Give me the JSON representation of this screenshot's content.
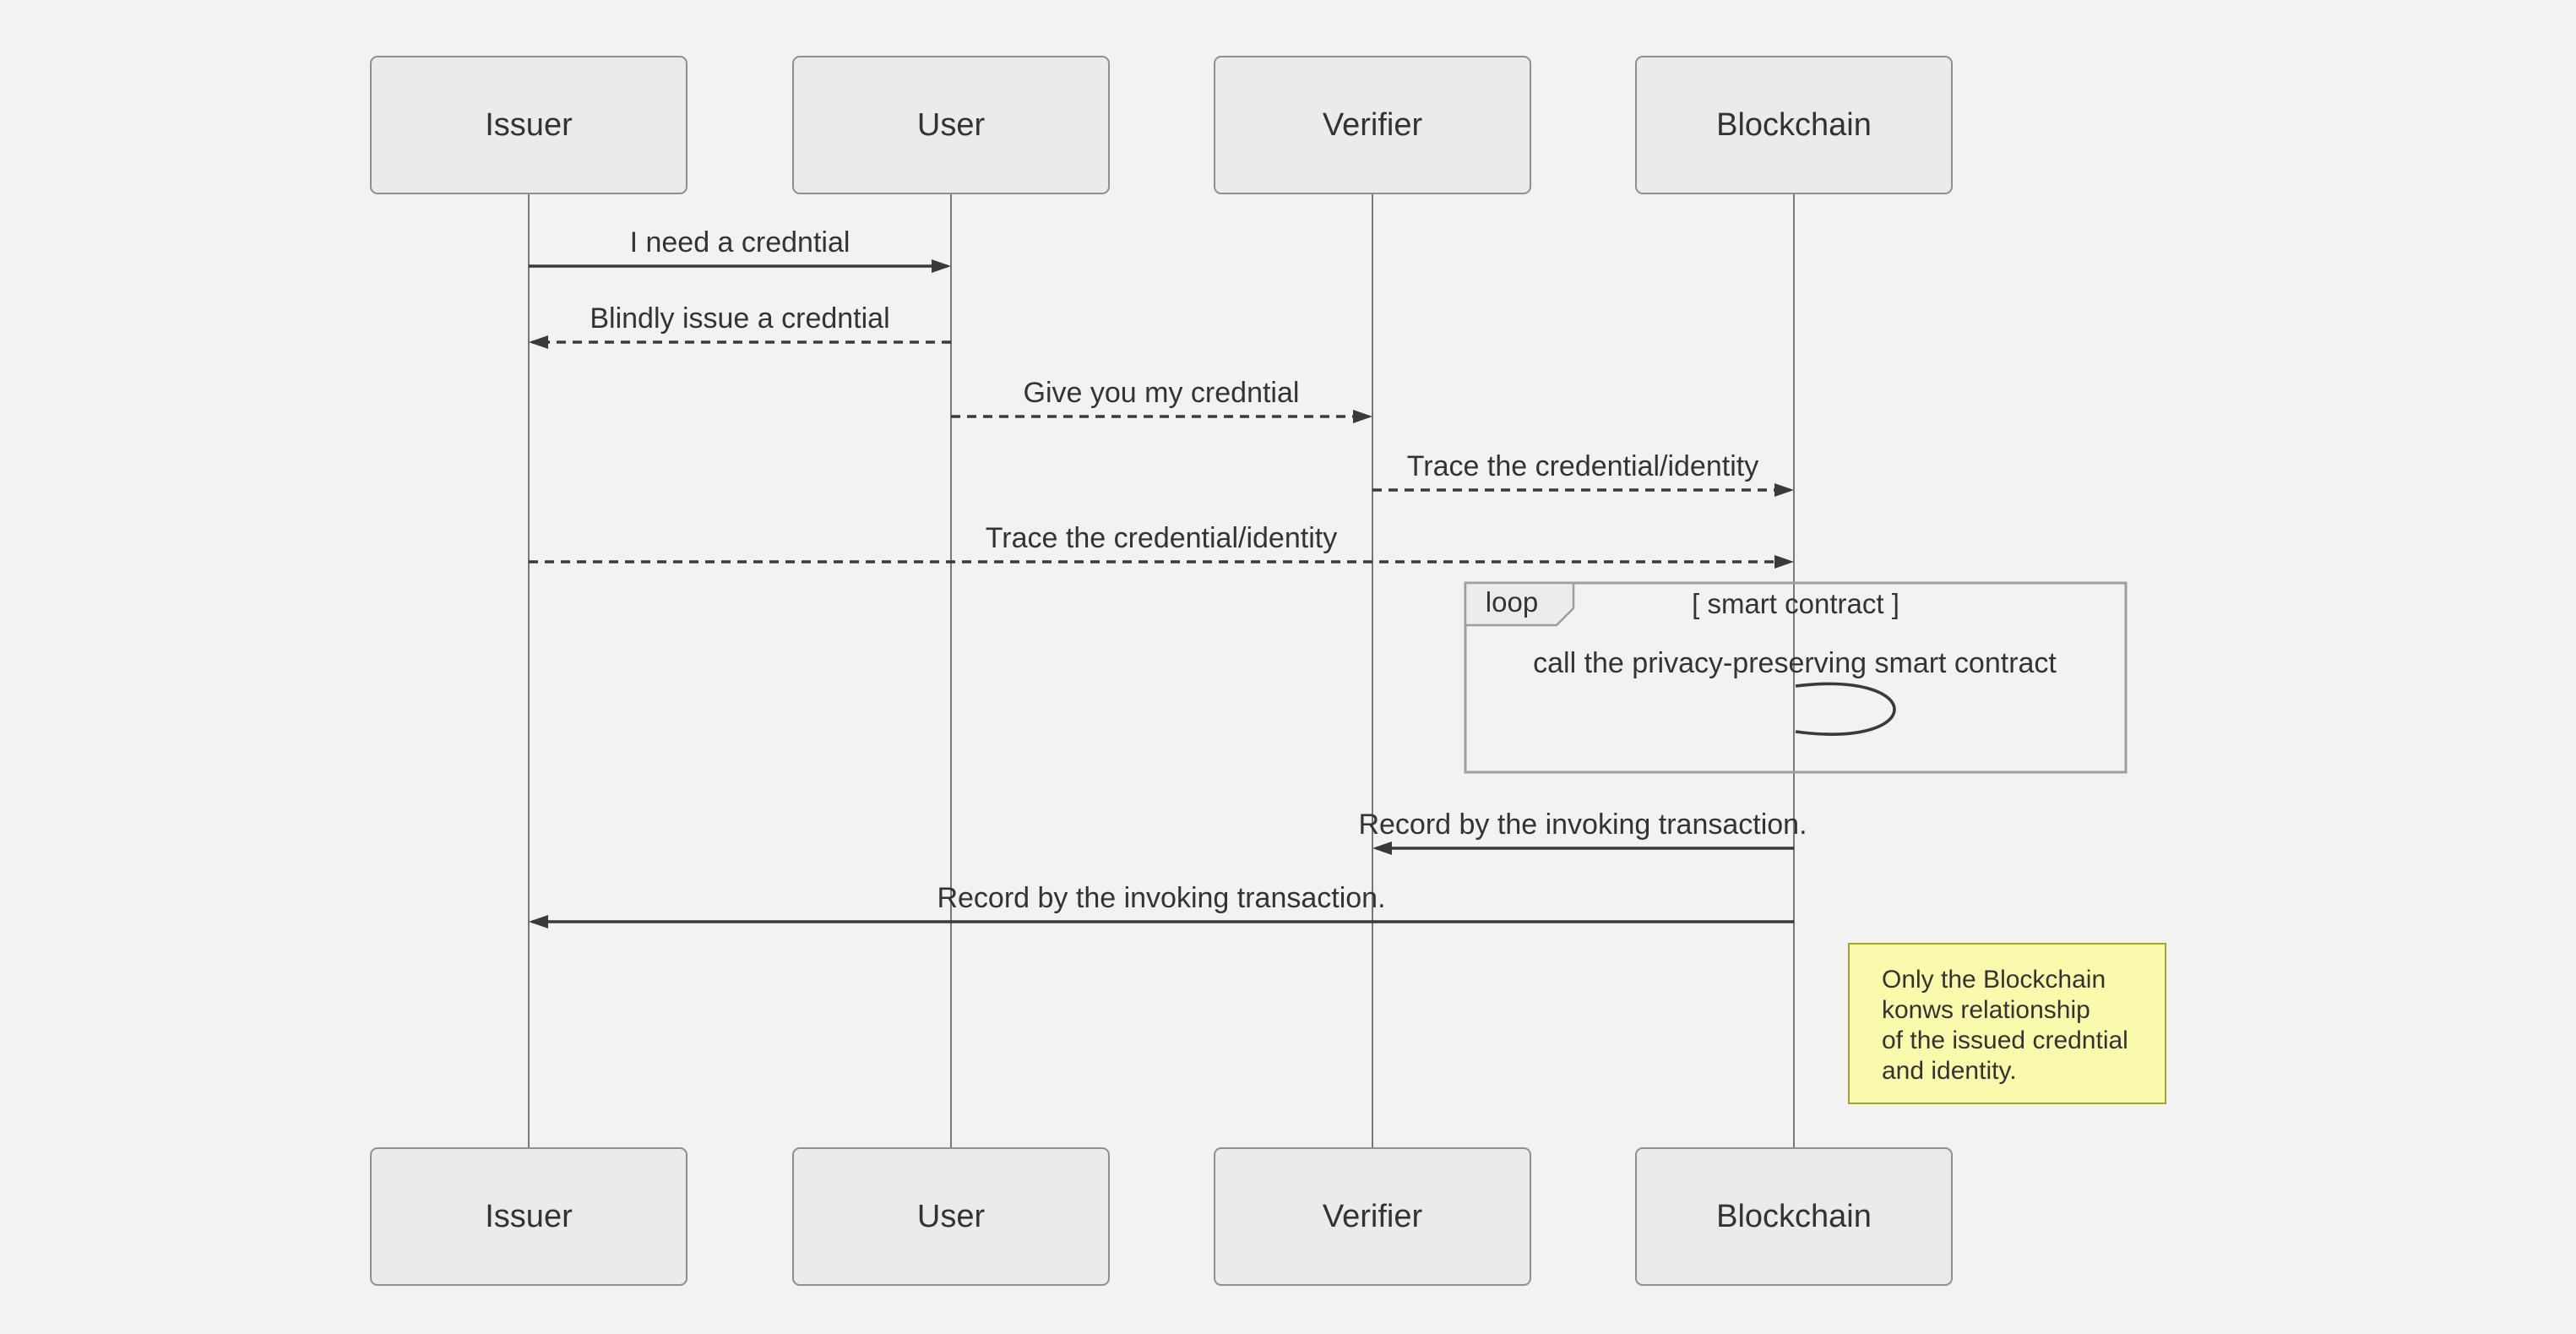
{
  "diagram": {
    "type": "sequence-diagram",
    "colors": {
      "background": "#f2f2f2",
      "actor_fill": "#ebebeb",
      "actor_border": "#8f8f8f",
      "text": "#333333",
      "message_line": "#3a3a3a",
      "lifeline": "#787878",
      "loop_border": "#9e9e9e",
      "loop_label_fill": "#ececec",
      "note_fill": "#fafaad",
      "note_border": "#a3a332"
    },
    "actors": [
      {
        "name": "Issuer"
      },
      {
        "name": "User"
      },
      {
        "name": "Verifier"
      },
      {
        "name": "Blockchain"
      }
    ],
    "messages": [
      {
        "label": "I need a credntial",
        "from": "Issuer",
        "to": "User",
        "style": "solid"
      },
      {
        "label": "Blindly issue a credntial",
        "from": "User",
        "to": "Issuer",
        "style": "dashed"
      },
      {
        "label": "Give you my credntial",
        "from": "User",
        "to": "Verifier",
        "style": "dashed"
      },
      {
        "label": "Trace the credential/identity",
        "from": "Verifier",
        "to": "Blockchain",
        "style": "dashed"
      },
      {
        "label": "Trace the credential/identity",
        "from": "Issuer",
        "to": "Blockchain",
        "style": "dashed"
      },
      {
        "label": "call the privacy-preserving smart contract",
        "from": "Blockchain",
        "to": "Blockchain",
        "style": "self"
      },
      {
        "label": "Record by the invoking transaction.",
        "from": "Blockchain",
        "to": "Verifier",
        "style": "solid"
      },
      {
        "label": "Record by the invoking transaction.",
        "from": "Blockchain",
        "to": "Issuer",
        "style": "solid"
      }
    ],
    "loop": {
      "label": "loop",
      "condition": "[ smart contract ]"
    },
    "note": {
      "lines": [
        "Only the Blockchain",
        "konws relationship",
        "of the issued credntial",
        "and identity."
      ]
    }
  }
}
